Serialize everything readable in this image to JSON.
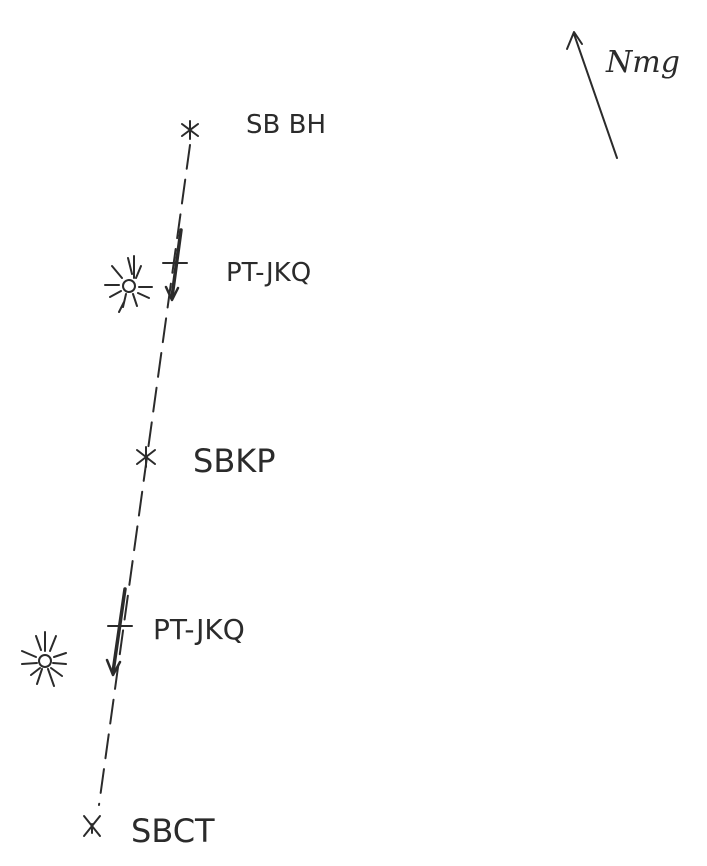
{
  "north_indicator": {
    "label": "Nmg"
  },
  "waypoints": [
    {
      "id": "sbbh",
      "label": "SB BH"
    },
    {
      "id": "sbkp",
      "label": "SBKP"
    },
    {
      "id": "sbct",
      "label": "SBCT"
    }
  ],
  "aircraft": [
    {
      "id": "first",
      "label": "PT-JKQ"
    },
    {
      "id": "second",
      "label": "PT-JKQ"
    }
  ],
  "colors": {
    "ink": "#2b2b2b",
    "background": "#ffffff"
  },
  "icons": {
    "waypoint": "asterisk-icon",
    "sun": "sun-icon",
    "aircraft": "arrow-down-icon",
    "north": "arrow-up-icon"
  }
}
